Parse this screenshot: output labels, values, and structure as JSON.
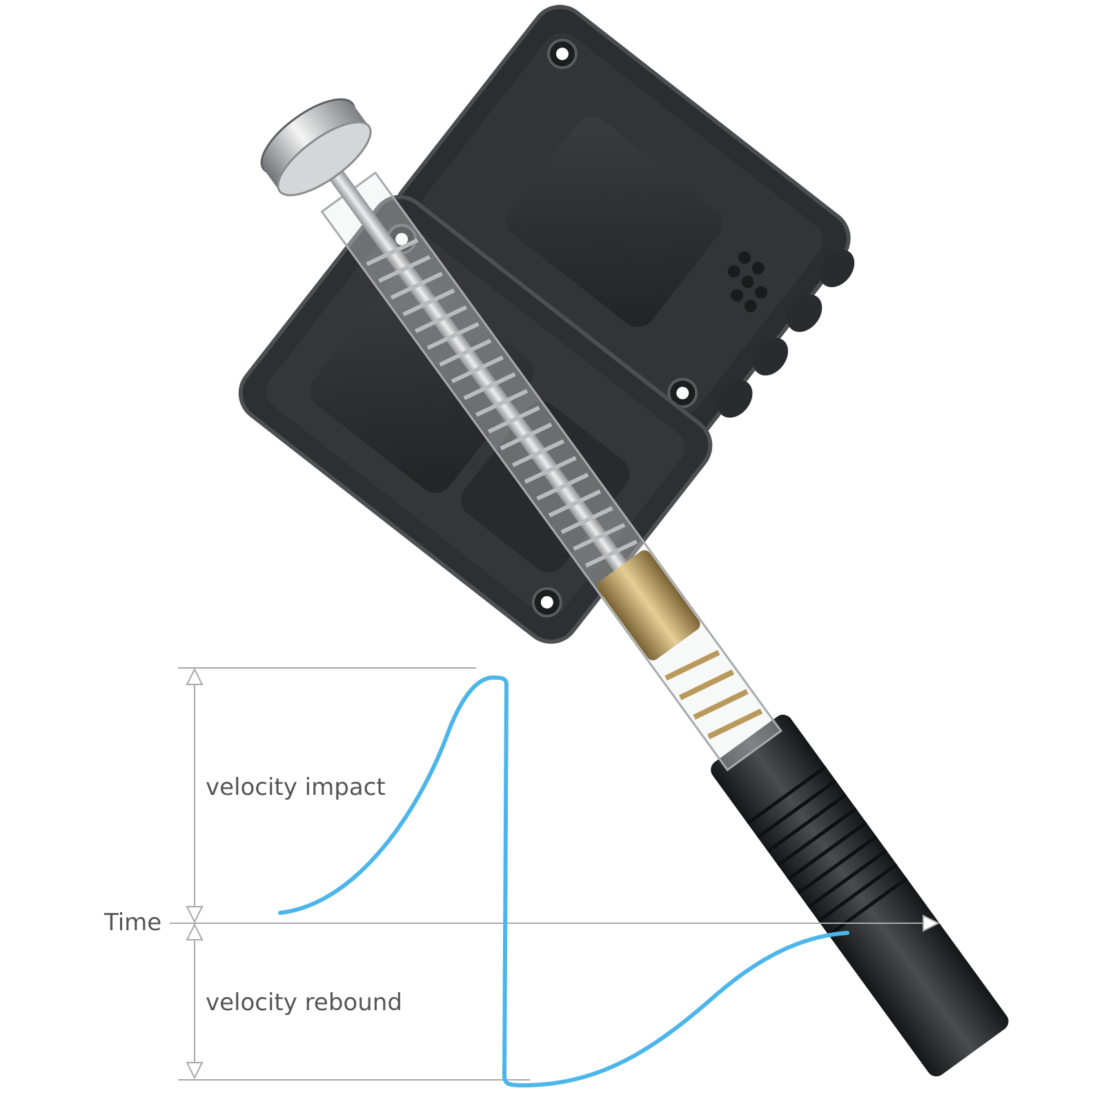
{
  "labels": {
    "velocity_impact": "velocity impact",
    "time": "Time",
    "velocity_rebound": "velocity rebound"
  },
  "colors": {
    "curve": "#4cb6ea",
    "guides": "#a9a9a9",
    "housing": "#2f3133",
    "housing_dark": "#1e1f21",
    "brass": "#c9a86a",
    "steel": "#c8c9cb",
    "label_text": "#555555"
  },
  "illustration": {
    "subject": "shock absorber inside a dark housing with compression spring and brass piston",
    "icons": [
      "shock-absorber-illustration",
      "spring-icon",
      "piston-icon",
      "mounting-hole-icon"
    ]
  }
}
